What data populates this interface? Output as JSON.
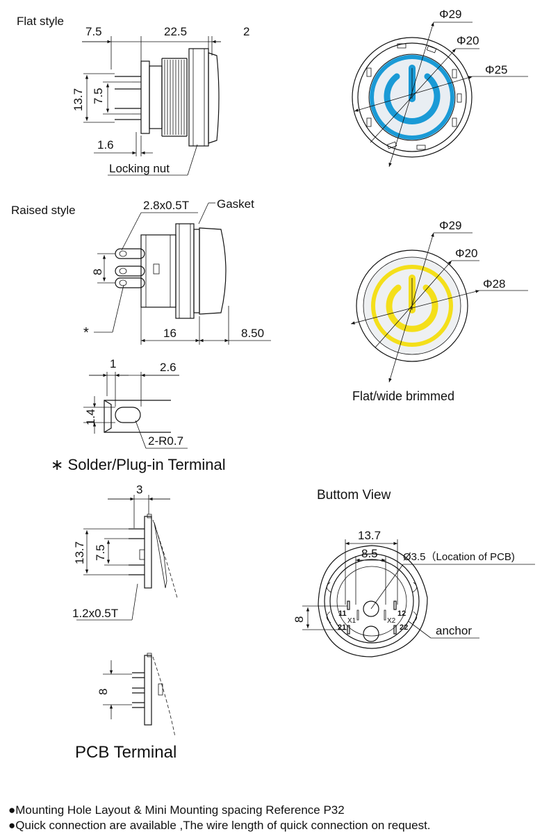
{
  "flat_style": {
    "title": "Flat style",
    "dim_top": [
      "7.5",
      "22.5",
      "2"
    ],
    "dim_side_outer": "13.7",
    "dim_side_inner": "7.5",
    "dim_pin": "1.6",
    "locking_nut": "Locking nut",
    "diam_29": "Φ29",
    "diam_20": "Φ20",
    "diam_25": "Φ25",
    "ring_color": "#1a9ad6"
  },
  "raised_style": {
    "title": "Raised style",
    "terminal": "2.8x0.5T",
    "gasket": "Gasket",
    "dim_8": "8",
    "star": "*",
    "dim_16": "16",
    "dim_850": "8.50",
    "diam_29": "Φ29",
    "diam_20": "Φ20",
    "diam_28": "Φ28",
    "caption": "Flat/wide brimmed",
    "ring_color": "#f4df1a"
  },
  "solder_terminal": {
    "dim_1": "1",
    "dim_26": "2.6",
    "dim_14": "1.4",
    "radius": "2-R0.7",
    "title": "∗ Solder/Plug-in Terminal"
  },
  "pcb_terminal": {
    "dim_3": "3",
    "dim_137": "13.7",
    "dim_75": "7.5",
    "dim_12": "1.2x0.5T",
    "dim_8": "8",
    "title": "PCB Terminal"
  },
  "bottom_view": {
    "title": "Buttom View",
    "dim_137": "13.7",
    "dim_85": "8.5",
    "pcb_note": "Ø3.5（Location of PCB)",
    "dim_8": "8",
    "anchor": "anchor",
    "pin_labels": [
      "11",
      "X1",
      "21",
      "12",
      "X2",
      "22"
    ]
  },
  "notes": [
    "●Mounting Hole Layout & Mini Mounting spacing Reference P32",
    "●Quick connection are available ,The wire length of quick connection on request."
  ]
}
